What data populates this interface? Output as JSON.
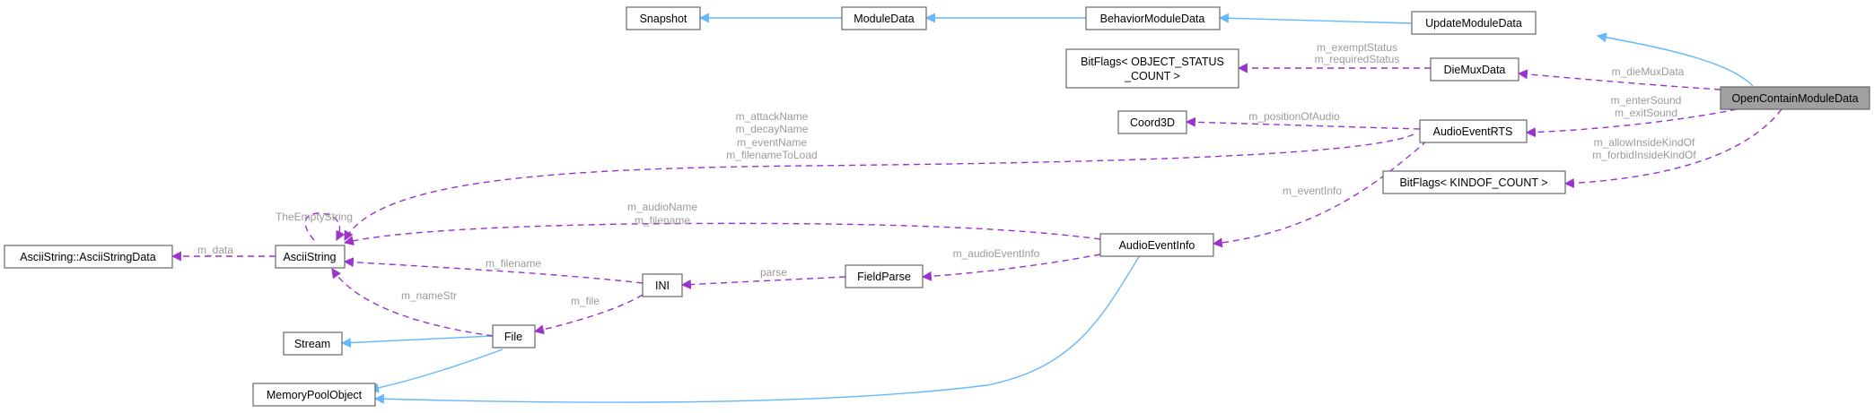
{
  "diagram": {
    "nodes": {
      "snapshot": "Snapshot",
      "module_data": "ModuleData",
      "behavior_module_data": "BehaviorModuleData",
      "update_module_data": "UpdateModuleData",
      "bitflags_object_status_line1": "BitFlags< OBJECT_STATUS",
      "bitflags_object_status_line2": "_COUNT >",
      "die_mux_data": "DieMuxData",
      "open_contain_module_data": "OpenContainModuleData",
      "coord3d": "Coord3D",
      "audio_event_rts": "AudioEventRTS",
      "bitflags_kindof": "BitFlags< KINDOF_COUNT >",
      "ascii_string_data": "AsciiString::AsciiStringData",
      "ascii_string": "AsciiString",
      "audio_event_info": "AudioEventInfo",
      "field_parse": "FieldParse",
      "ini": "INI",
      "stream": "Stream",
      "file": "File",
      "memory_pool_object": "MemoryPoolObject"
    },
    "edge_labels": {
      "exempt_status": "m_exemptStatus",
      "required_status": "m_requiredStatus",
      "die_mux_data": "m_dieMuxData",
      "enter_sound": "m_enterSound",
      "exit_sound": "m_exitSound",
      "position_of_audio": "m_positionOfAudio",
      "allow_inside_kindof": "m_allowInsideKindOf",
      "forbid_inside_kindof": "m_forbidInsideKindOf",
      "attack_name": "m_attackName",
      "decay_name": "m_decayName",
      "event_name": "m_eventName",
      "filename_to_load": "m_filenameToLoad",
      "the_empty_string": "TheEmptyString",
      "event_info": "m_eventInfo",
      "audio_name": "m_audioName",
      "filename_ai": "m_filename",
      "data": "m_data",
      "filename_ini": "m_filename",
      "audio_event_info": "m_audioEventInfo",
      "parse": "parse",
      "name_str": "m_nameStr",
      "file": "m_file"
    }
  },
  "colors": {
    "inheritance_edge": "#63b8ff",
    "usage_edge": "#9a32cd",
    "focus_node_fill": "#a0a0a0",
    "label_text": "#9a9a9a"
  }
}
